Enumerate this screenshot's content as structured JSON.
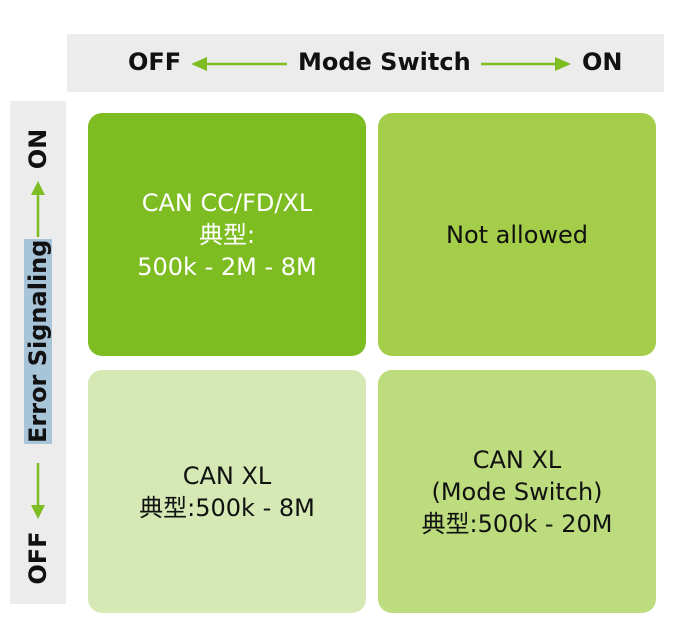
{
  "header": {
    "off_label": "OFF",
    "title": "Mode Switch",
    "on_label": "ON"
  },
  "side": {
    "on_label": "ON",
    "title": "Error Signaling",
    "off_label": "OFF"
  },
  "cells": {
    "top_left": {
      "line1": "CAN CC/FD/XL",
      "line2": "典型:",
      "line3": "500k - 2M - 8M"
    },
    "top_right": {
      "line1": "Not allowed"
    },
    "bottom_left": {
      "line1": "CAN XL",
      "line2": "典型:500k - 8M"
    },
    "bottom_right": {
      "line1": "CAN XL",
      "line2": "(Mode Switch)",
      "line3": "典型:500k - 20M"
    }
  },
  "colors": {
    "arrow": "#7dbd22",
    "cell_top_left": "#7dbd22",
    "cell_top_right": "#a4cd4a",
    "cell_bottom_left": "#d6e9b4",
    "cell_bottom_right": "#bcdc7d",
    "label_background": "#ececec",
    "highlight": "#a8c4d8"
  }
}
